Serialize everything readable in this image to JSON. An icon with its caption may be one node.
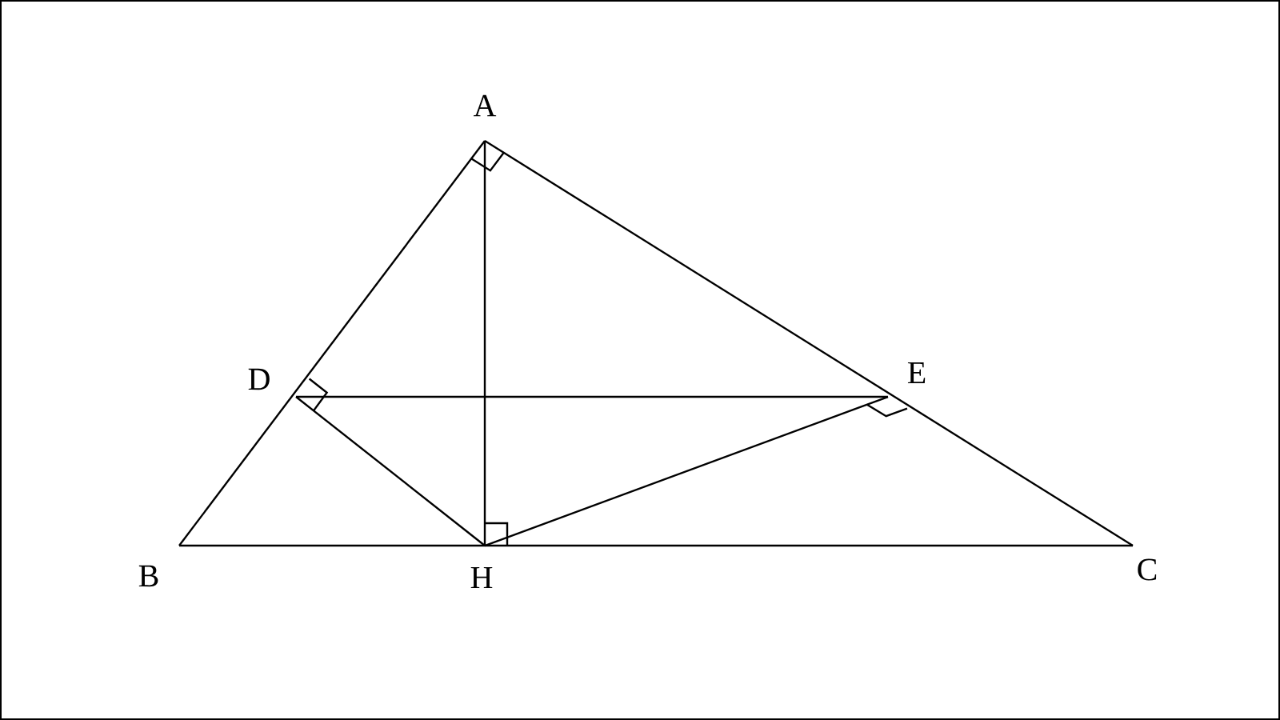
{
  "diagram": {
    "nodes": [
      {
        "text": [
          "A"
        ]
      },
      {
        "text": [
          "D"
        ]
      },
      {
        "text": [
          "E"
        ]
      },
      {
        "text": [
          "B"
        ]
      },
      {
        "text": [
          "H"
        ]
      },
      {
        "text": [
          "C"
        ]
      }
    ],
    "edges": [
      {
        "from": 0,
        "to": 3,
        "arrow": "none"
      },
      {
        "from": 0,
        "to": 5,
        "arrow": "none"
      },
      {
        "from": 3,
        "to": 5,
        "arrow": "none"
      },
      {
        "from": 0,
        "to": 4,
        "arrow": "none"
      },
      {
        "from": 1,
        "to": 2,
        "arrow": "none"
      },
      {
        "from": 1,
        "to": 4,
        "arrow": "none"
      },
      {
        "from": 2,
        "to": 4,
        "arrow": "none"
      }
    ]
  }
}
